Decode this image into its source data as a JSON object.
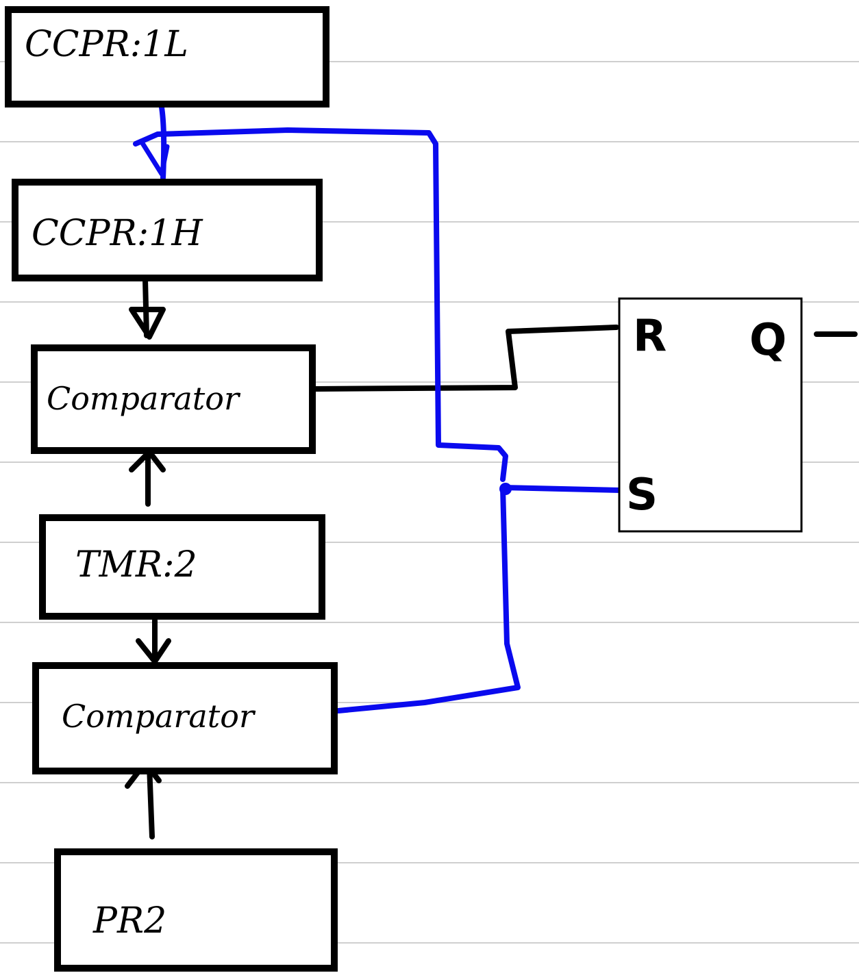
{
  "blocks": {
    "ccpr1l": "CCPR:1L",
    "ccpr1h": "CCPR:1H",
    "comparator_top": "Comparator",
    "tmr2": "TMR:2",
    "comparator_bottom": "Comparator",
    "pr2": "PR2"
  },
  "flip_flop": {
    "reset_pin": "R",
    "set_pin": "S",
    "output_pin": "Q"
  },
  "colors": {
    "wire_black": "#000000",
    "wire_blue": "#0a0aee",
    "ruled_lines": "#cfcfcf"
  }
}
